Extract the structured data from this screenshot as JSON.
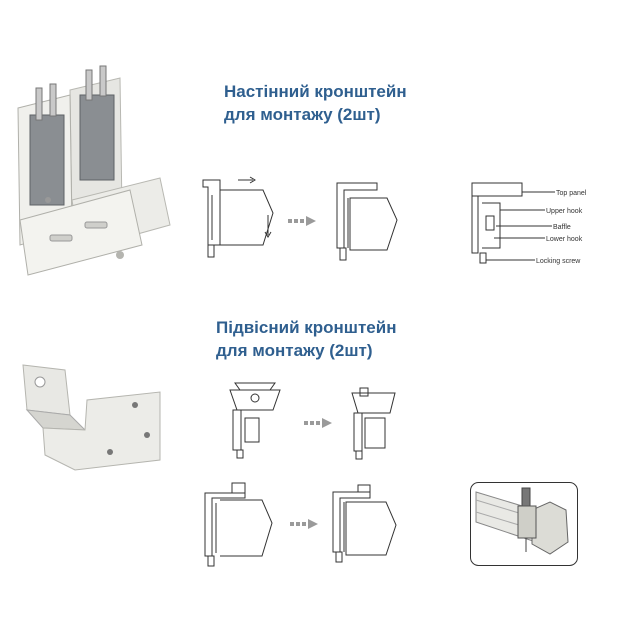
{
  "wall_section": {
    "title_line1": "Настінний кронштейн",
    "title_line2": "для монтажу (2шт)"
  },
  "ceiling_section": {
    "title_line1": "Підвісний кронштейн",
    "title_line2": "для монтажу (2шт)"
  },
  "diagram_labels": {
    "top_panel": "Top panel",
    "upper_hook": "Upper hook",
    "baffle": "Baffle",
    "lower_hook": "Lower hook",
    "locking_screw": "Locking screw"
  },
  "colors": {
    "title": "#2f5f8f",
    "bracket_body": "#eeeeea",
    "bracket_shadow": "#c8c8c2",
    "metal_plate": "#8a8e92",
    "arrow": "#9a9a9a",
    "line_art": "#333333"
  }
}
